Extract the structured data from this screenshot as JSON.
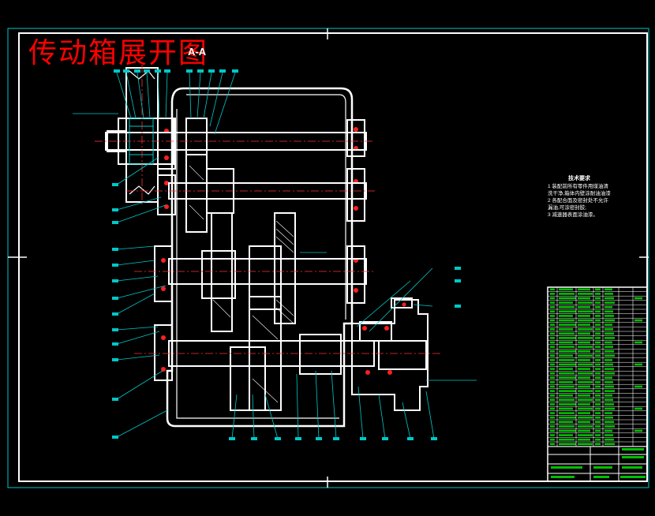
{
  "drawing": {
    "title": "传动箱展开图",
    "section_label": "A-A",
    "tech_requirements": {
      "heading": "技术要求",
      "items": [
        "1 装配前所有零件用煤油清",
        "洗干净,箱体内壁涂耐油油漆;",
        "2 各配合面及密封处不允许",
        "漏油,可涂密封胶;",
        "3 减速器表面涂油漆。"
      ]
    }
  },
  "colors": {
    "background": "#000000",
    "frame": "#ffffff",
    "leader": "#00c8c8",
    "centerline": "#ff3030",
    "title": "#ff0000",
    "table_text": "#00c000"
  }
}
